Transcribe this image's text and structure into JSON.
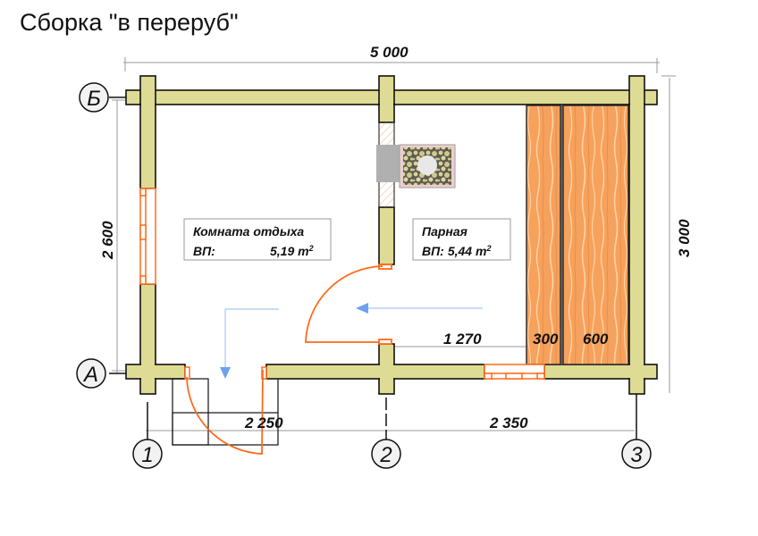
{
  "title": "Сборка \"в переруб\"",
  "colors": {
    "wall": "#dedb94",
    "wall_outline": "#111111",
    "door_window": "#ff6a1a",
    "shelf_wood": "#f6a15c",
    "flow_arrow": "#6fa0ee",
    "dimension_line": "#999999"
  },
  "dimensions": {
    "overall_width": "5 000",
    "left_height": "2 600",
    "right_height": "3 000",
    "left_span": "2 250",
    "right_span": "2 350",
    "steam_room_clear": "1 270",
    "shelf_narrow": "300",
    "shelf_wide": "600"
  },
  "axes": {
    "rows": [
      "Б",
      "А"
    ],
    "columns": [
      "1",
      "2",
      "3"
    ]
  },
  "rooms": [
    {
      "name": "Комната отдыха",
      "area_label": "ВП:",
      "area_value": "5,19 m",
      "area_sup": "2"
    },
    {
      "name": "Парная",
      "area_label": "ВП:",
      "area_value": "5,44 m",
      "area_sup": "2"
    }
  ],
  "elements": {
    "stove": "stove-with-stones",
    "shelves": [
      "shelf-300",
      "shelf-600"
    ],
    "doors": [
      "entrance-door",
      "steam-room-door"
    ],
    "windows": [
      "left-window",
      "bottom-window"
    ]
  }
}
